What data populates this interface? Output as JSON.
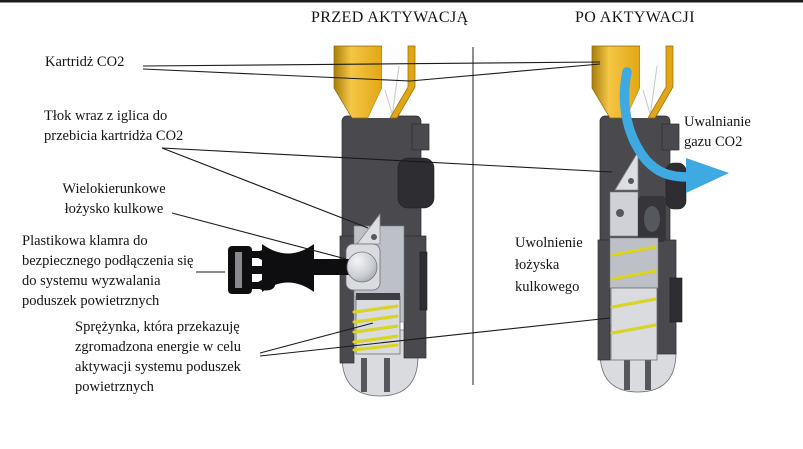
{
  "diagram": {
    "headers": {
      "before": "PRZED AKTYWACJĄ",
      "after": "PO AKTYWACJI"
    },
    "labels": {
      "cartridge": "Kartridż CO2",
      "piston": "Tłok wraz z iglica do\nprzebicia kartridża CO2",
      "bearing": "Wielokierunkowe\nłożysko kulkowe",
      "clamp": "Plastikowa klamra do\nbezpiecznego podłączenia się\ndo systemu wyzwalania\npoduszek powietrznych",
      "spring": "Sprężynka, która przekazuję\nzgromadzona energie w celu\naktywacji systemu poduszek\npowietrznych",
      "gas_release": "Uwalnianie\ngazu CO2",
      "bearing_release": "Uwolnienie\nłożyska\nkulkowego"
    },
    "colors": {
      "gold": "#E2A614",
      "gold_dark": "#A87E0A",
      "gold_light": "#F4C645",
      "body_dark": "#4A4A4E",
      "body_darker": "#2E2E32",
      "metal_mid": "#BDC0C6",
      "metal_light": "#D9DBDF",
      "spring_yellow": "#D9D520",
      "arrow_blue": "#3FA9E1",
      "line_black": "#1A1A1A"
    }
  }
}
